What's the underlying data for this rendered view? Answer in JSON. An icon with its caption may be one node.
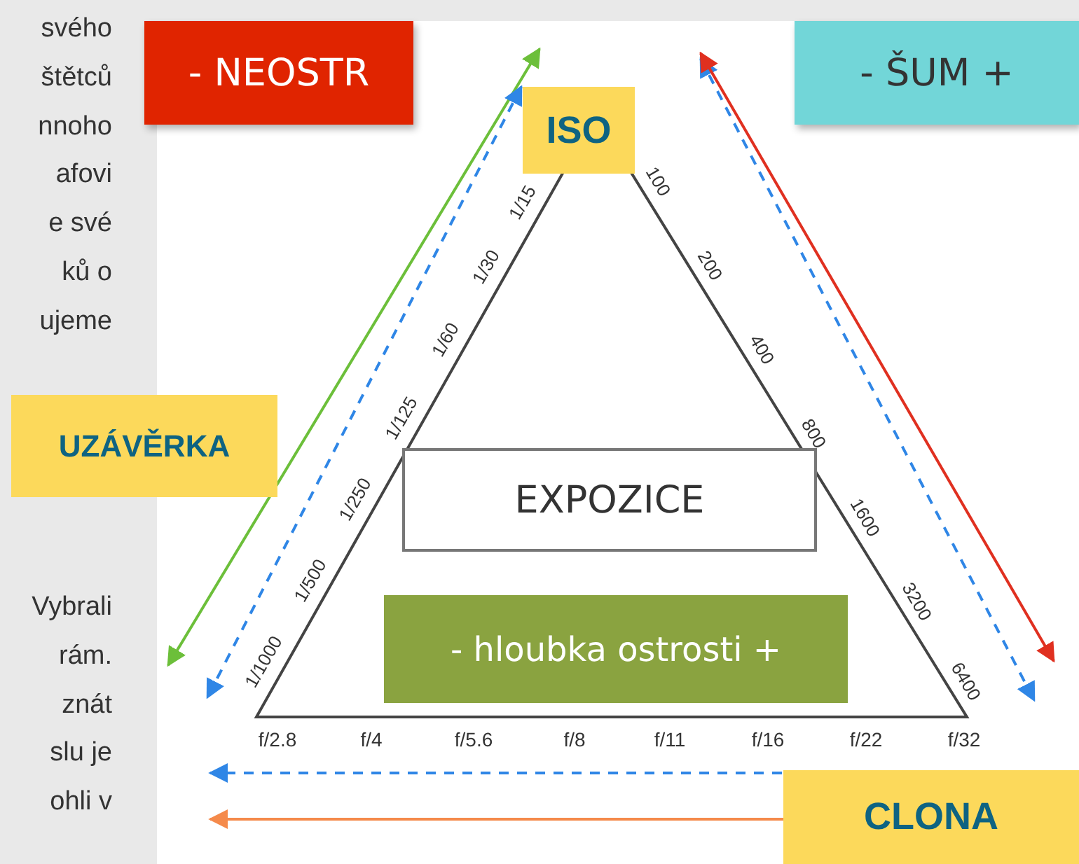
{
  "diagram": {
    "nodes": [
      {
        "text": [
          "- NEOSTR"
        ]
      },
      {
        "text": [
          "- ŠUM +"
        ]
      },
      {
        "text": [
          "ISO"
        ]
      },
      {
        "text": [
          "UZÁVĚRKA"
        ]
      },
      {
        "text": [
          "EXPOZICE"
        ]
      },
      {
        "text": [
          "- hloubka ostrosti +"
        ]
      },
      {
        "text": [
          "CLONA"
        ]
      }
    ],
    "labels": [
      "svého",
      "štětců",
      "nnoho",
      "afovi",
      "e své",
      "ků o",
      "ujeme",
      "Vybrali",
      "rám.",
      "znát",
      "slu je",
      "ohli v",
      "1/1000",
      "1/500",
      "1/250",
      "1/125",
      "1/60",
      "1/30",
      "1/15",
      "100",
      "200",
      "400",
      "800",
      "1600",
      "3200",
      "6400",
      "f/2.8",
      "f/4",
      "f/5.6",
      "f/8",
      "f/11",
      "f/16",
      "f/22",
      "f/32"
    ]
  }
}
